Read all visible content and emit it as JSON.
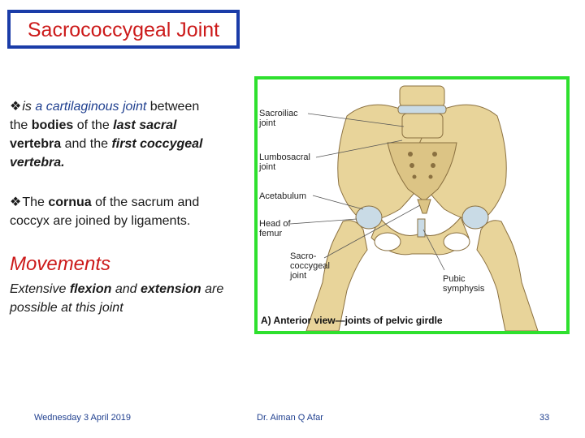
{
  "title": "Sacrococcygeal Joint",
  "bullet1": {
    "p1": "is ",
    "p2": "a cartilaginous joint",
    "p3": " between",
    "p4": "the ",
    "p5": "bodies",
    "p6": " of the ",
    "p7": "last sacral",
    "p8": "vertebra",
    "p9": " and the ",
    "p10": "first coccygeal",
    "p11": "vertebra."
  },
  "bullet2": {
    "p1": "The ",
    "p2": "cornua",
    "p3": " of the sacrum and",
    "p4": "coccyx are joined by ligaments."
  },
  "movements_heading": "Movements",
  "movements_text": {
    "p1": "Extensive ",
    "p2": "flexion",
    "p3": " and ",
    "p4": "extension",
    "p5": " are",
    "p6": "possible at this joint"
  },
  "figure": {
    "labels": {
      "sacroiliac_1": "Sacroiliac",
      "sacroiliac_2": "joint",
      "lumbosacral_1": "Lumbosacral",
      "lumbosacral_2": "joint",
      "acetabulum": "Acetabulum",
      "head_1": "Head of",
      "head_2": "femur",
      "sacro_1": "Sacro-",
      "sacro_2": "coccygeal",
      "sacro_3": "joint",
      "pubic_1": "Pubic",
      "pubic_2": "symphysis"
    },
    "caption": "A) Anterior view—joints of pelvic girdle"
  },
  "footer": {
    "date": "Wednesday 3 April 2019",
    "author": "Dr. Aiman Q Afar",
    "page": "33"
  },
  "colors": {
    "title_text": "#cc1a1a",
    "title_border": "#1a3ca8",
    "figure_border": "#2ee02e",
    "footer_text": "#1f3f8f",
    "bone": "#e8d49a",
    "cartilage": "#c9dbe6"
  }
}
